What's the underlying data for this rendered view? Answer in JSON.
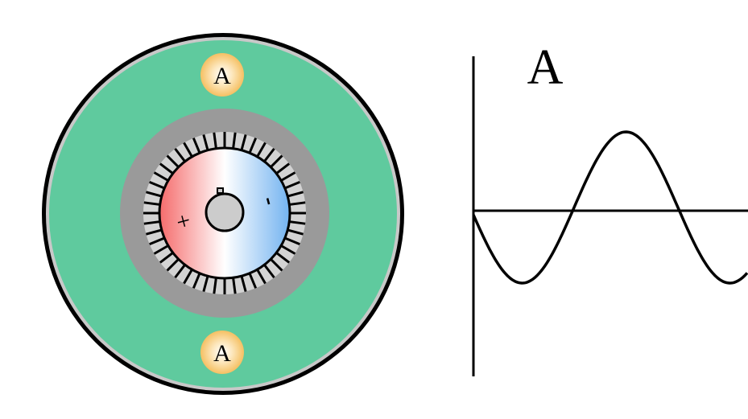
{
  "generator": {
    "brush_top_label": "A",
    "brush_bottom_label": "A",
    "positive_label": "+",
    "negative_label": "-",
    "colors": {
      "housing": "#5fca9e",
      "stator": "#9a9a9a",
      "commutator": "#d3d3d3",
      "positive": "#f56b6b",
      "negative": "#73b3f0",
      "brush": "#f5c063"
    }
  },
  "waveform": {
    "title": "A"
  }
}
